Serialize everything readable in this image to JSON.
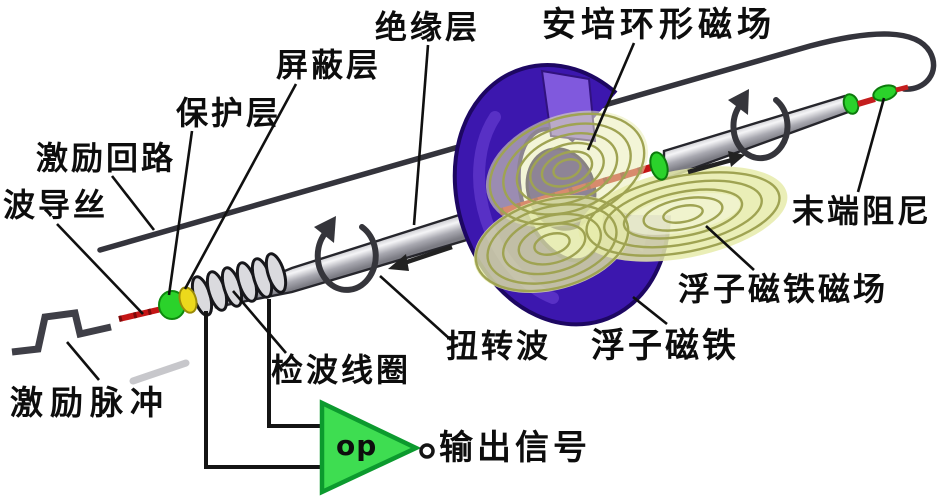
{
  "labels": {
    "waveguide_wire": "波导丝",
    "excitation_loop": "激励回路",
    "protective_layer": "保护层",
    "shielding_layer": "屏蔽层",
    "insulation_layer": "绝缘层",
    "ampere_circular_field": "安培环形磁场",
    "end_damping": "末端阻尼",
    "float_magnet_field": "浮子磁铁磁场",
    "float_magnet": "浮子磁铁",
    "torsion_wave": "扭转波",
    "detection_coil": "检波线圈",
    "excitation_pulse": "激励脉冲",
    "opamp": "op",
    "output_signal": "输出信号"
  },
  "colors": {
    "magnet_purple": "#3c17ae",
    "field_line_olive": "#9fa352",
    "field_fill": "#e6ebaa",
    "waveguide_red": "#c41616",
    "ring_green": "#2bd22b",
    "ring_yellow": "#ecd91c",
    "amplifier_green": "#3edd51",
    "cable_dark": "#34343c",
    "text_black": "#0d0d0d"
  }
}
